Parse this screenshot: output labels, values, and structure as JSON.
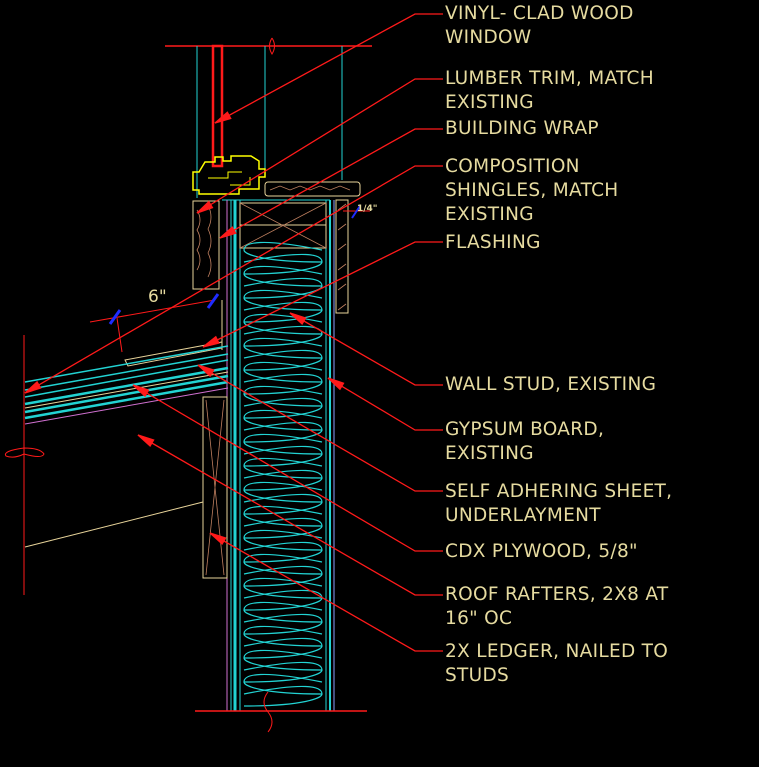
{
  "title": "Vinyl-clad window sill / roof-to-wall flashing detail",
  "colors": {
    "background": "#000000",
    "text": "#e6dba0",
    "leader": "#ff1a1a",
    "glass": "#22d3d3",
    "wood": "#e8d49a",
    "dimension_tick": "#1f2cff"
  },
  "dimensions": {
    "overhang": "6\"",
    "gap": "1/4\""
  },
  "callouts": [
    {
      "lines": [
        "VINYL- CLAD WOOD",
        "WINDOW"
      ]
    },
    {
      "lines": [
        "LUMBER TRIM, MATCH",
        "EXISTING"
      ]
    },
    {
      "lines": [
        "BUILDING WRAP"
      ]
    },
    {
      "lines": [
        "COMPOSITION",
        "SHINGLES, MATCH",
        "EXISTING"
      ]
    },
    {
      "lines": [
        "FLASHING"
      ]
    },
    {
      "lines": [
        "WALL STUD, EXISTING"
      ]
    },
    {
      "lines": [
        "GYPSUM BOARD,",
        "EXISTING"
      ]
    },
    {
      "lines": [
        "SELF ADHERING SHEET,",
        "UNDERLAYMENT"
      ]
    },
    {
      "lines": [
        "CDX PLYWOOD, 5/8\""
      ]
    },
    {
      "lines": [
        "ROOF RAFTERS, 2X8 AT",
        "16\" OC"
      ]
    },
    {
      "lines": [
        "2X LEDGER, NAILED TO",
        "STUDS"
      ]
    }
  ]
}
